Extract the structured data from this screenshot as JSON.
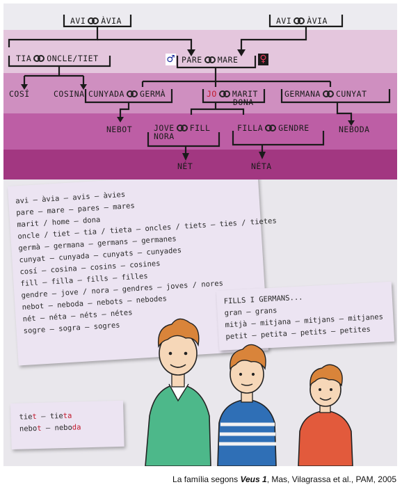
{
  "tree": {
    "colors": {
      "band1": "#ecebf0",
      "band2": "#e4c6dd",
      "band3": "#c77fb6",
      "band4": "#b9559f",
      "band5": "#9e317d",
      "male": "#1b2c9c",
      "female": "#c81e3c",
      "self": "#c0182b"
    },
    "nodes": {
      "grandparents_left": [
        "AVI",
        "ÀVIA"
      ],
      "grandparents_right": [
        "AVI",
        "ÀVIA"
      ],
      "aunt_uncle": [
        "TIA",
        "ONCLE/TIET"
      ],
      "parents": [
        "PARE",
        "MARE"
      ],
      "cousin_m": "COSÍ",
      "cousin_f": "COSINA",
      "sibling_in_law": [
        "CUNYADA",
        "GERMÀ"
      ],
      "self_pair": [
        "JO",
        "MARIT"
      ],
      "self_wife": "DONA",
      "sister_pair": [
        "GERMANA",
        "CUNYAT"
      ],
      "nephew": "NEBOT",
      "son_pair": [
        "JOVE",
        "FILL"
      ],
      "son_wife": "NORA",
      "daughter_pair": [
        "FILLA",
        "GENDRE"
      ],
      "niece": "NEBODA",
      "grandson": "NÉT",
      "granddaughter": "NÉTA"
    },
    "male_symbol": "♂",
    "female_symbol": "♀"
  },
  "vocab": {
    "lines": [
      "avi – àvia – avis – àvies",
      "pare – mare – pares – mares",
      "marit / home – dona",
      "oncle / tiet – tia / tieta – oncles / tiets – ties / tietes",
      "germà – germana – germans – germanes",
      "cunyat – cunyada – cunyats – cunyades",
      "cosí – cosina – cosins – cosines",
      "fill – filla – fills – filles",
      "gendre – jove / nora – gendres – joves / nores",
      "nebot – neboda – nebots – nebodes",
      "nét – néta – néts – nétes",
      "sogre – sogra – sogres"
    ]
  },
  "siblings": {
    "title": "FILLS I GERMANS...",
    "lines": [
      "gran – grans",
      "mitjà – mitjana – mitjans – mitjanes",
      "petit – petita – petits – petites"
    ]
  },
  "endings": {
    "line1": {
      "stem1": "tie",
      "end1": "t",
      "sep": " – ",
      "stem2": "tie",
      "end2": "ta"
    },
    "line2": {
      "stem1": "nebo",
      "end1": "t",
      "sep": " – ",
      "stem2": "nebo",
      "end2": "da"
    }
  },
  "caption": {
    "before": "La família segons ",
    "title": "Veus 1",
    "after": ", Mas, Vilagrassa et al., PAM, 2005"
  }
}
